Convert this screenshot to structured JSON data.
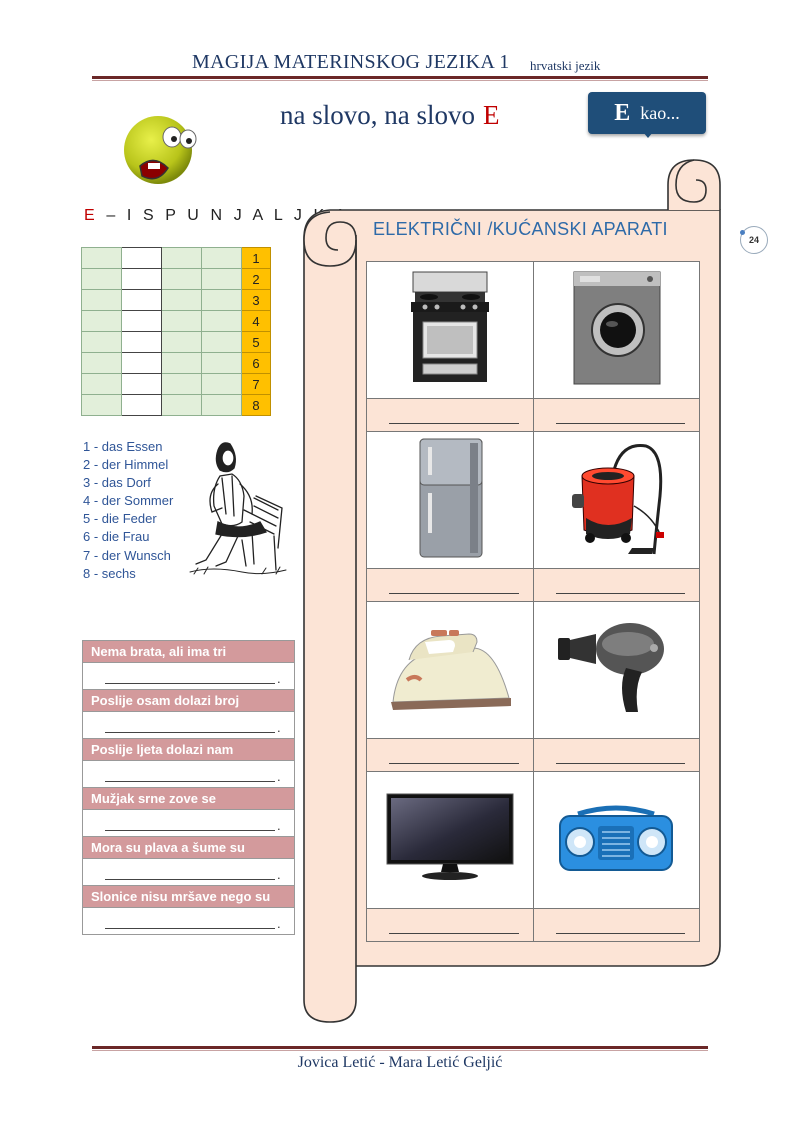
{
  "header": {
    "title": "MAGIJA MATERINSKOG JEZIKA 1",
    "subtitle": "hrvatski jezik"
  },
  "heading": {
    "text": "na slovo, na slovo",
    "letter": "E"
  },
  "callout": {
    "letter": "E",
    "text": "kao..."
  },
  "page_number": "24",
  "puzzle": {
    "title_letter": "E",
    "title_rest": " – I S P U N J A L J K A",
    "numbers": [
      "1",
      "2",
      "3",
      "4",
      "5",
      "6",
      "7",
      "8"
    ],
    "words": [
      "1 - das Essen",
      "2 - der Himmel",
      "3 - das Dorf",
      "4 - der Sommer",
      "5 - die Feder",
      "6 - die Frau",
      "7 - der Wunsch",
      "8 - sechs"
    ]
  },
  "riddles": [
    {
      "q": "Nema brata, ali ima tri",
      "dot": "."
    },
    {
      "q": "Poslije osam dolazi broj",
      "dot": "."
    },
    {
      "q": "Poslije ljeta dolazi nam",
      "dot": "."
    },
    {
      "q": "Mužjak srne zove se",
      "dot": "."
    },
    {
      "q": "Mora su plava a šume su",
      "dot": "."
    },
    {
      "q": "Slonice nisu mršave nego su",
      "dot": "."
    }
  ],
  "appliances": {
    "title": "ELEKTRIČNI /KUĆANSKI  APARATI",
    "items": [
      "stove-icon",
      "washing-machine-icon",
      "refrigerator-icon",
      "vacuum-cleaner-icon",
      "iron-icon",
      "hair-dryer-icon",
      "television-icon",
      "radio-icon"
    ]
  },
  "footer": {
    "authors": "Jovica Letić - Mara Letić Geljić"
  },
  "colors": {
    "navy": "#1f3864",
    "red": "#c00000",
    "scroll": "#fce4d6",
    "riddle": "#d39a9c",
    "grid": "#e2efda",
    "numbers": "#ffc000"
  }
}
